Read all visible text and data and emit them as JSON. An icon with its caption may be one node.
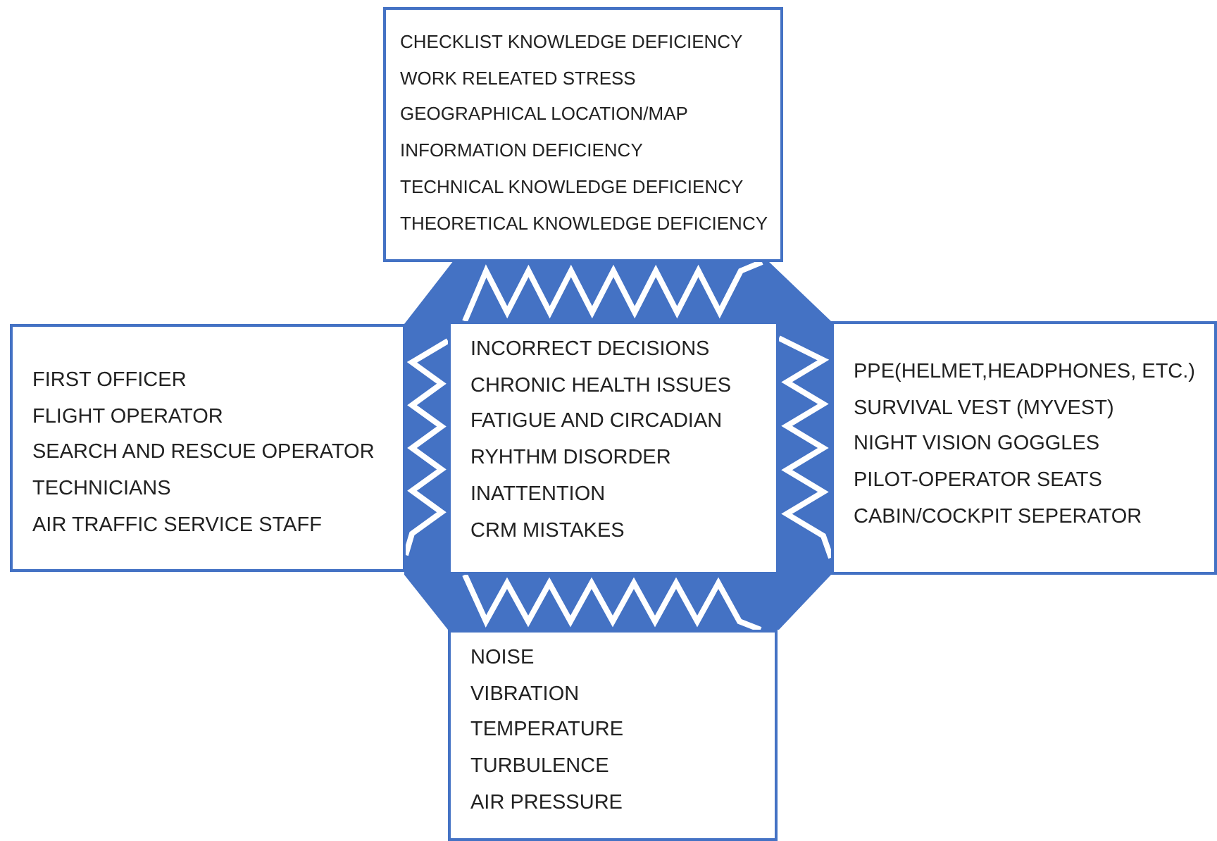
{
  "diagram": {
    "nodes": [
      {
        "text": [
          "CHECKLIST KNOWLEDGE DEFICIENCY",
          "WORK RELEATED STRESS",
          "GEOGRAPHICAL LOCATION/MAP",
          "INFORMATION DEFICIENCY",
          "TECHNICAL KNOWLEDGE DEFICIENCY",
          "THEORETICAL KNOWLEDGE DEFICIENCY"
        ]
      },
      {
        "text": [
          "FIRST OFFICER",
          "FLIGHT OPERATOR",
          "SEARCH AND RESCUE OPERATOR",
          "TECHNICIANS",
          "AIR TRAFFIC SERVICE STAFF"
        ]
      },
      {
        "text": [
          "INCORRECT DECISIONS",
          "CHRONIC HEALTH ISSUES",
          "FATIGUE AND CIRCADIAN",
          "RYHTHM DISORDER",
          "INATTENTION",
          "CRM MISTAKES"
        ]
      },
      {
        "text": [
          "PPE(HELMET,HEADPHONES, ETC.)",
          "SURVIVAL VEST (MYVEST)",
          "NIGHT VISION GOGGLES",
          "PILOT-OPERATOR SEATS",
          "CABIN/COCKPIT SEPERATOR"
        ]
      },
      {
        "text": [
          "NOISE",
          "VIBRATION",
          "TEMPERATURE",
          "TURBULENCE",
          "AIR PRESSURE"
        ]
      }
    ],
    "edges": [
      {
        "from": 2,
        "to": 0,
        "arrow": "none"
      },
      {
        "from": 2,
        "to": 1,
        "arrow": "none"
      },
      {
        "from": 2,
        "to": 3,
        "arrow": "none"
      },
      {
        "from": 2,
        "to": 4,
        "arrow": "none"
      }
    ]
  }
}
